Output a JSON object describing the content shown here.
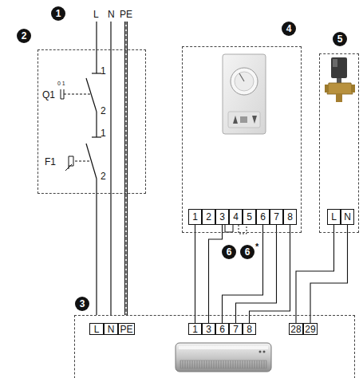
{
  "diagram": {
    "nodes": [
      {
        "text": [
          "2"
        ]
      },
      {
        "text": [
          "4"
        ]
      },
      {
        "text": [
          "1"
        ],
        "in": 1
      },
      {
        "text": [
          "2"
        ],
        "in": 1
      },
      {
        "text": [
          "3"
        ],
        "in": 1
      },
      {
        "text": [
          "4"
        ],
        "in": 1
      },
      {
        "text": [
          "5"
        ],
        "in": 1
      },
      {
        "text": [
          "6"
        ],
        "in": 1
      },
      {
        "text": [
          "7"
        ],
        "in": 1
      },
      {
        "text": [
          "8"
        ],
        "in": 1
      },
      {
        "text": [
          "5"
        ]
      },
      {
        "text": [
          "L"
        ],
        "in": 10
      },
      {
        "text": [
          "N"
        ],
        "in": 10
      },
      {
        "text": [
          "3"
        ]
      },
      {
        "text": [
          "L"
        ],
        "in": 13
      },
      {
        "text": [
          "N"
        ],
        "in": 13
      },
      {
        "text": [
          "PE"
        ],
        "in": 13
      },
      {
        "text": [
          "1"
        ],
        "in": 13
      },
      {
        "text": [
          "3"
        ],
        "in": 13
      },
      {
        "text": [
          "6"
        ],
        "in": 13
      },
      {
        "text": [
          "7"
        ],
        "in": 13
      },
      {
        "text": [
          "8"
        ],
        "in": 13
      },
      {
        "text": [
          "28"
        ],
        "in": 13
      },
      {
        "text": [
          "29"
        ],
        "in": 13
      }
    ],
    "edges": [
      {
        "from": 2,
        "to": 17,
        "arrow": "none"
      },
      {
        "from": 4,
        "to": 18,
        "arrow": "none"
      },
      {
        "from": 7,
        "to": 19,
        "arrow": "none"
      },
      {
        "from": 8,
        "to": 20,
        "arrow": "none"
      },
      {
        "from": 9,
        "to": 21,
        "arrow": "none"
      },
      {
        "from": 11,
        "to": 22,
        "arrow": "none"
      },
      {
        "from": 12,
        "to": 23,
        "arrow": "none"
      }
    ],
    "labels": [
      "1",
      "L",
      "N",
      "PE",
      "0 1",
      "Q1",
      "1",
      "2",
      "F1",
      "1",
      "2",
      "6",
      "6",
      "*"
    ]
  }
}
